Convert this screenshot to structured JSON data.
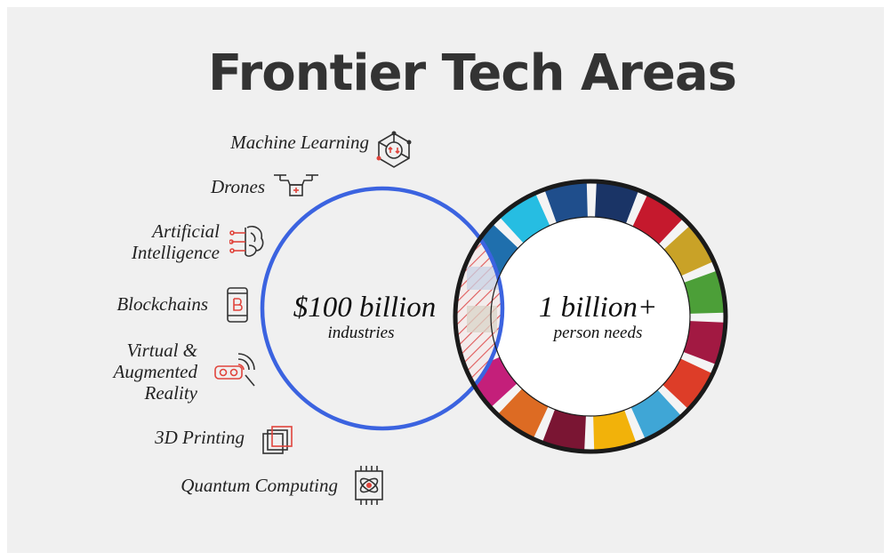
{
  "title": "Frontier Tech Areas",
  "tech_areas": [
    {
      "lines": [
        "Machine Learning"
      ],
      "icon": "machine-learning-icon"
    },
    {
      "lines": [
        "Drones"
      ],
      "icon": "drone-icon"
    },
    {
      "lines": [
        "Artificial",
        "Intelligence"
      ],
      "icon": "brain-circuit-icon"
    },
    {
      "lines": [
        "Blockchains"
      ],
      "icon": "bitcoin-phone-icon"
    },
    {
      "lines": [
        "Virtual &",
        "Augmented",
        "Reality"
      ],
      "icon": "vr-headset-icon"
    },
    {
      "lines": [
        "3D Printing"
      ],
      "icon": "layered-cube-icon"
    },
    {
      "lines": [
        "Quantum Computing"
      ],
      "icon": "atom-chip-icon"
    }
  ],
  "left_circle": {
    "amount": "$100 billion",
    "caption": "industries",
    "stroke_color": "#3b63e0"
  },
  "right_circle": {
    "amount": "1 billion+",
    "caption": "person needs",
    "stroke_color": "#1a1a1a"
  },
  "overlap_hatch_color": "#e05a5a",
  "icon_accent_color": "#e0443c",
  "sdg_ring_colors": [
    "#1f4e8c",
    "#1a3466",
    "#c5192d",
    "#c9a227",
    "#4c9f38",
    "#a21942",
    "#dd3d28",
    "#3fa6d6",
    "#f2b20a",
    "#7a1533",
    "#dd6b23",
    "#c41f7a",
    "#e6a11f",
    "#3f7e44",
    "#1f6fad",
    "#26bde2"
  ],
  "icon_stroke_color": "#333333"
}
